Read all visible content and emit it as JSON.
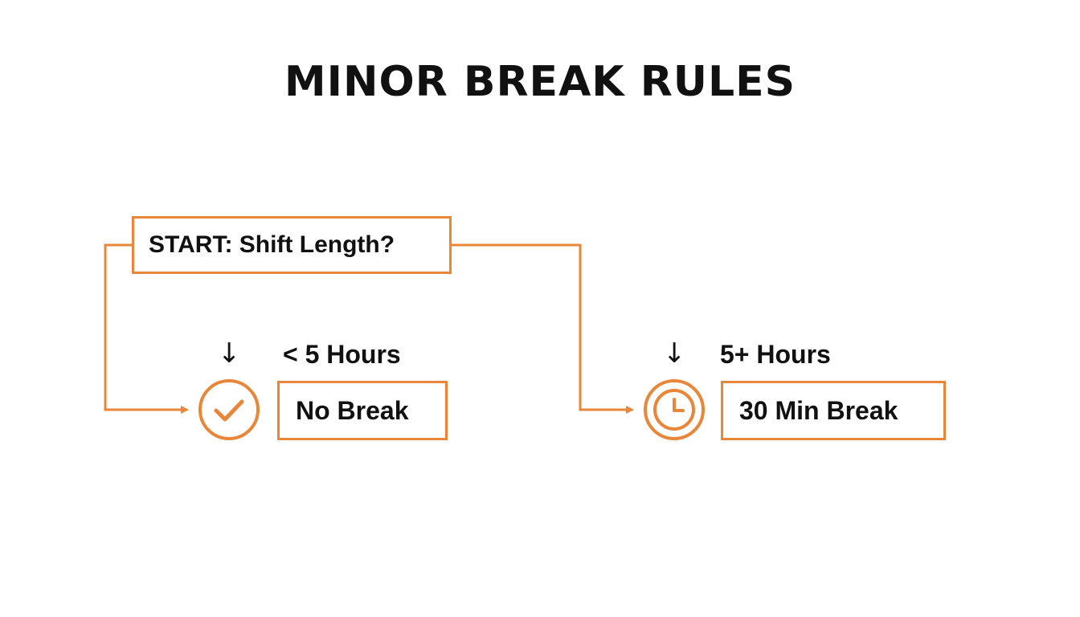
{
  "title": "MINOR BREAK RULES",
  "colors": {
    "accent": "#E8873A",
    "text": "#111111",
    "background": "#FFFFFF"
  },
  "start": {
    "label": "START: Shift Length?"
  },
  "branches": [
    {
      "condition": "< 5 Hours",
      "result": "No Break",
      "icon": "check-icon",
      "arrow_glyph": "↓"
    },
    {
      "condition": "5+ Hours",
      "result": "30 Min Break",
      "icon": "clock-icon",
      "arrow_glyph": "↓"
    }
  ]
}
